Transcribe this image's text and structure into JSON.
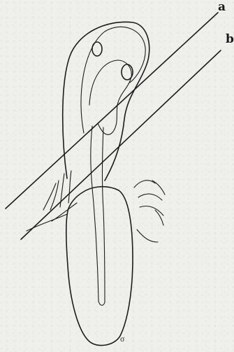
{
  "figure": {
    "labels": {
      "a": "a",
      "b": "b"
    },
    "corner_mark": "σ"
  }
}
